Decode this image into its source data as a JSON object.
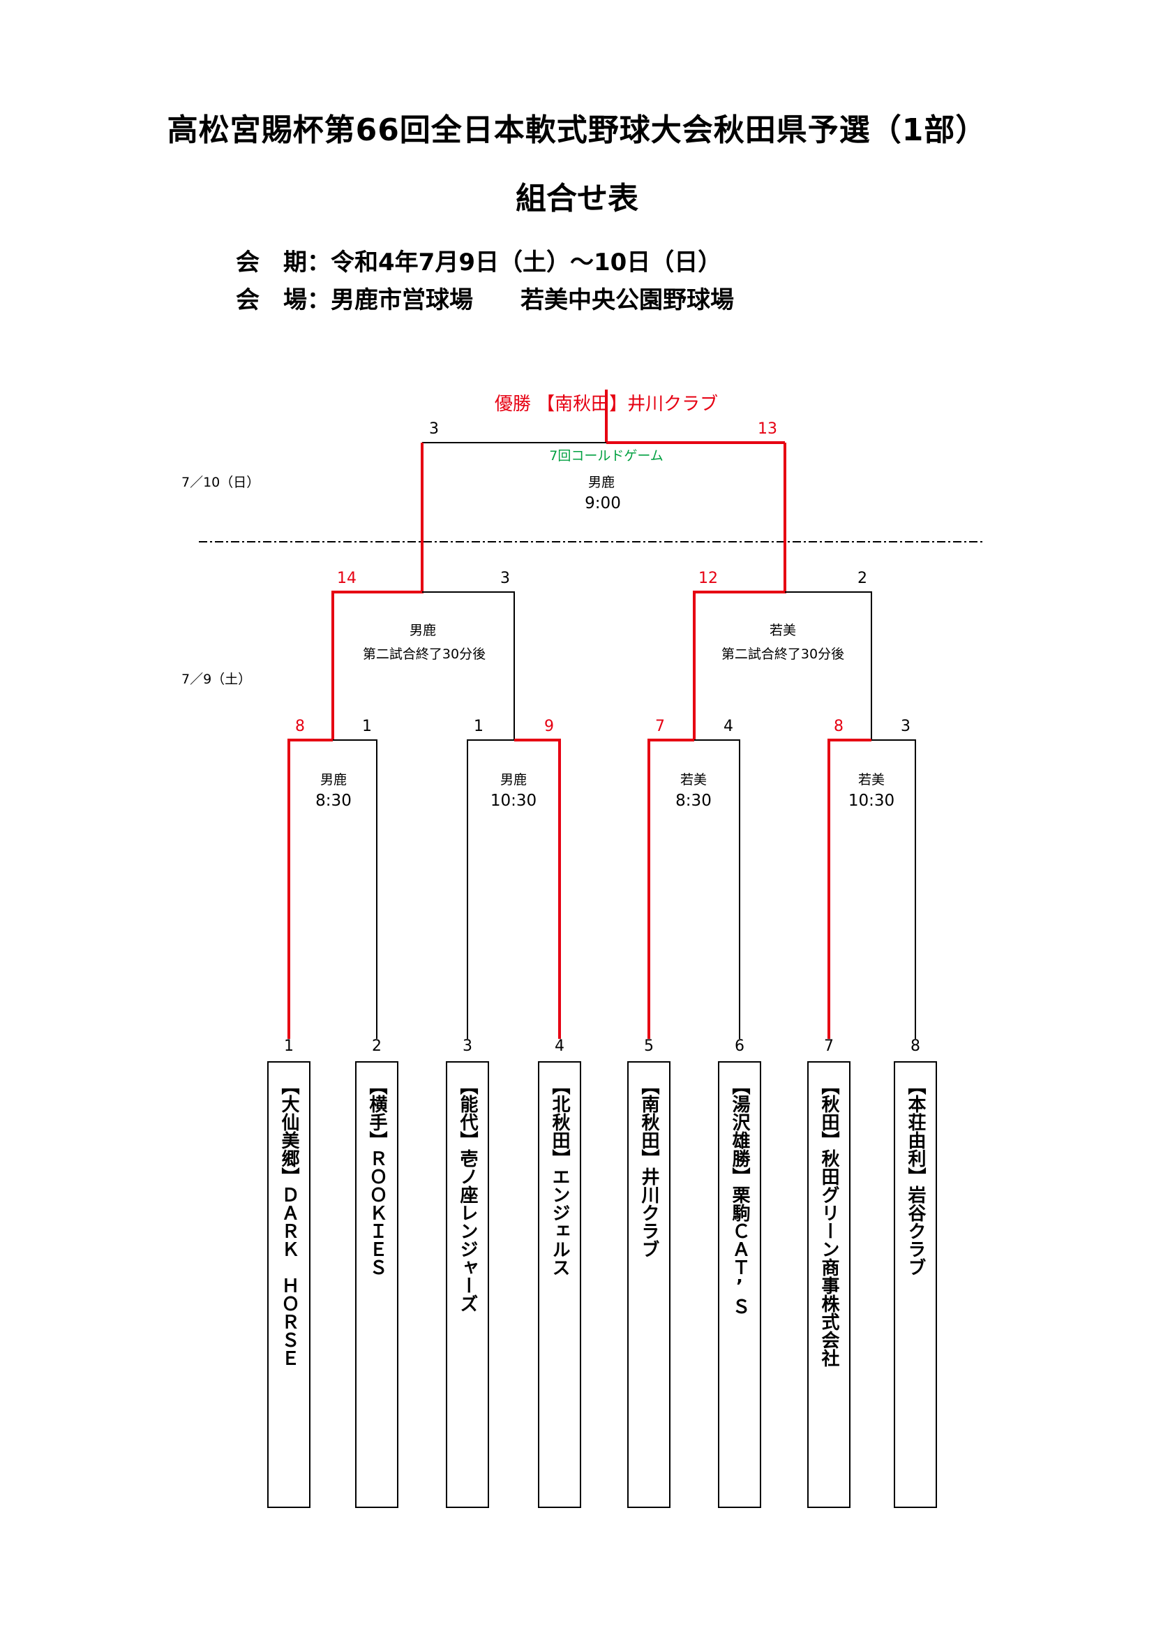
{
  "title": "高松宮賜杯第66回全日本軟式野球大会秋田県予選（1部）",
  "subtitle": "組合せ表",
  "info": {
    "period": "会　期：令和4年7月9日（土）～10日（日）",
    "venue": "会　場：男鹿市営球場　　若美中央公園野球場"
  },
  "champion": "優勝 【南秋田】井川クラブ",
  "dates": {
    "day2": "7／10（日）",
    "day1": "7／9（土）"
  },
  "final": {
    "venue": "男鹿",
    "time": "9:00",
    "note": "7回コールドゲーム",
    "score_left": "3",
    "score_right": "13"
  },
  "semis": [
    {
      "venue": "男鹿",
      "time": "第二試合終了30分後",
      "score_left": "14",
      "score_right": "3"
    },
    {
      "venue": "若美",
      "time": "第二試合終了30分後",
      "score_left": "12",
      "score_right": "2"
    }
  ],
  "first_round": [
    {
      "venue": "男鹿",
      "time": "8:30",
      "score_left": "8",
      "score_right": "1"
    },
    {
      "venue": "男鹿",
      "time": "10:30",
      "score_left": "1",
      "score_right": "9"
    },
    {
      "venue": "若美",
      "time": "8:30",
      "score_left": "7",
      "score_right": "4"
    },
    {
      "venue": "若美",
      "time": "10:30",
      "score_left": "8",
      "score_right": "3"
    }
  ],
  "teams": [
    {
      "seed": "1",
      "name": "【大仙美郷】ＤＡＲＫ　ＨＯＲＳＥ"
    },
    {
      "seed": "2",
      "name": "【横手】ＲＯＯＫＩＥＳ"
    },
    {
      "seed": "3",
      "name": "【能代】壱ノ座レンジャーズ"
    },
    {
      "seed": "4",
      "name": "【北秋田】エンジェルス"
    },
    {
      "seed": "5",
      "name": "【南秋田】井川クラブ"
    },
    {
      "seed": "6",
      "name": "【湯沢雄勝】栗駒ＣＡＴ’Ｓ"
    },
    {
      "seed": "7",
      "name": "【秋田】秋田グリーン商事株式会社"
    },
    {
      "seed": "8",
      "name": "【本荘由利】岩谷クラブ"
    }
  ],
  "colors": {
    "winner": "#e60012",
    "line": "#000000",
    "note": "#00a040"
  }
}
